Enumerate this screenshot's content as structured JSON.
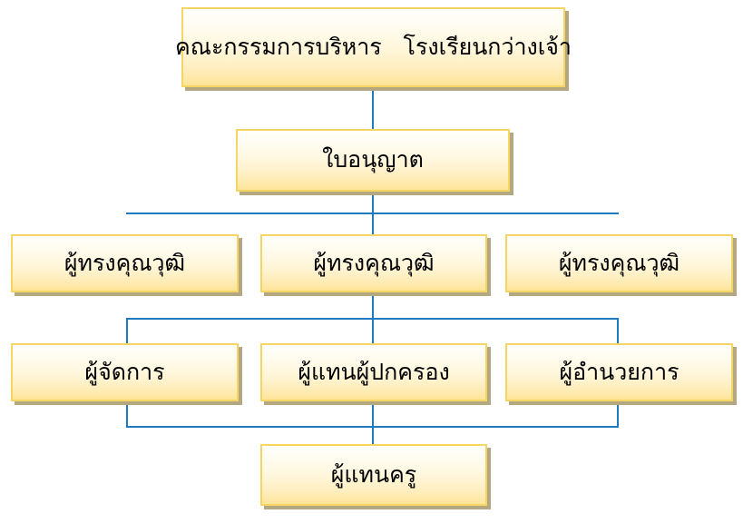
{
  "diagram": {
    "type": "organization-chart",
    "title": "",
    "colors": {
      "box_border": "#f5d564",
      "box_fill_top": "#fffefa",
      "box_fill_bottom": "#ffe599",
      "box_shadow": "#b3a882",
      "connector": "#1f7ac0",
      "text": "#000000",
      "background": "#ffffff"
    },
    "levels": [
      {
        "level": 1,
        "nodes": [
          {
            "id": "board",
            "label": "คณะกรรมการบริหาร   โรงเรียนกว่างเจ้า"
          }
        ]
      },
      {
        "level": 2,
        "nodes": [
          {
            "id": "license",
            "label": "ใบอนุญาต"
          }
        ]
      },
      {
        "level": 3,
        "nodes": [
          {
            "id": "qualified-left",
            "label": "ผู้ทรงคุณวุฒิ"
          },
          {
            "id": "qualified-center",
            "label": "ผู้ทรงคุณวุฒิ"
          },
          {
            "id": "qualified-right",
            "label": "ผู้ทรงคุณวุฒิ"
          }
        ]
      },
      {
        "level": 4,
        "nodes": [
          {
            "id": "manager",
            "label": "ผู้จัดการ"
          },
          {
            "id": "parent-rep",
            "label": "ผู้แทนผู้ปกครอง"
          },
          {
            "id": "director",
            "label": "ผู้อำนวยการ"
          }
        ]
      },
      {
        "level": 5,
        "nodes": [
          {
            "id": "teacher-rep",
            "label": "ผู้แทนครู"
          }
        ]
      }
    ]
  }
}
